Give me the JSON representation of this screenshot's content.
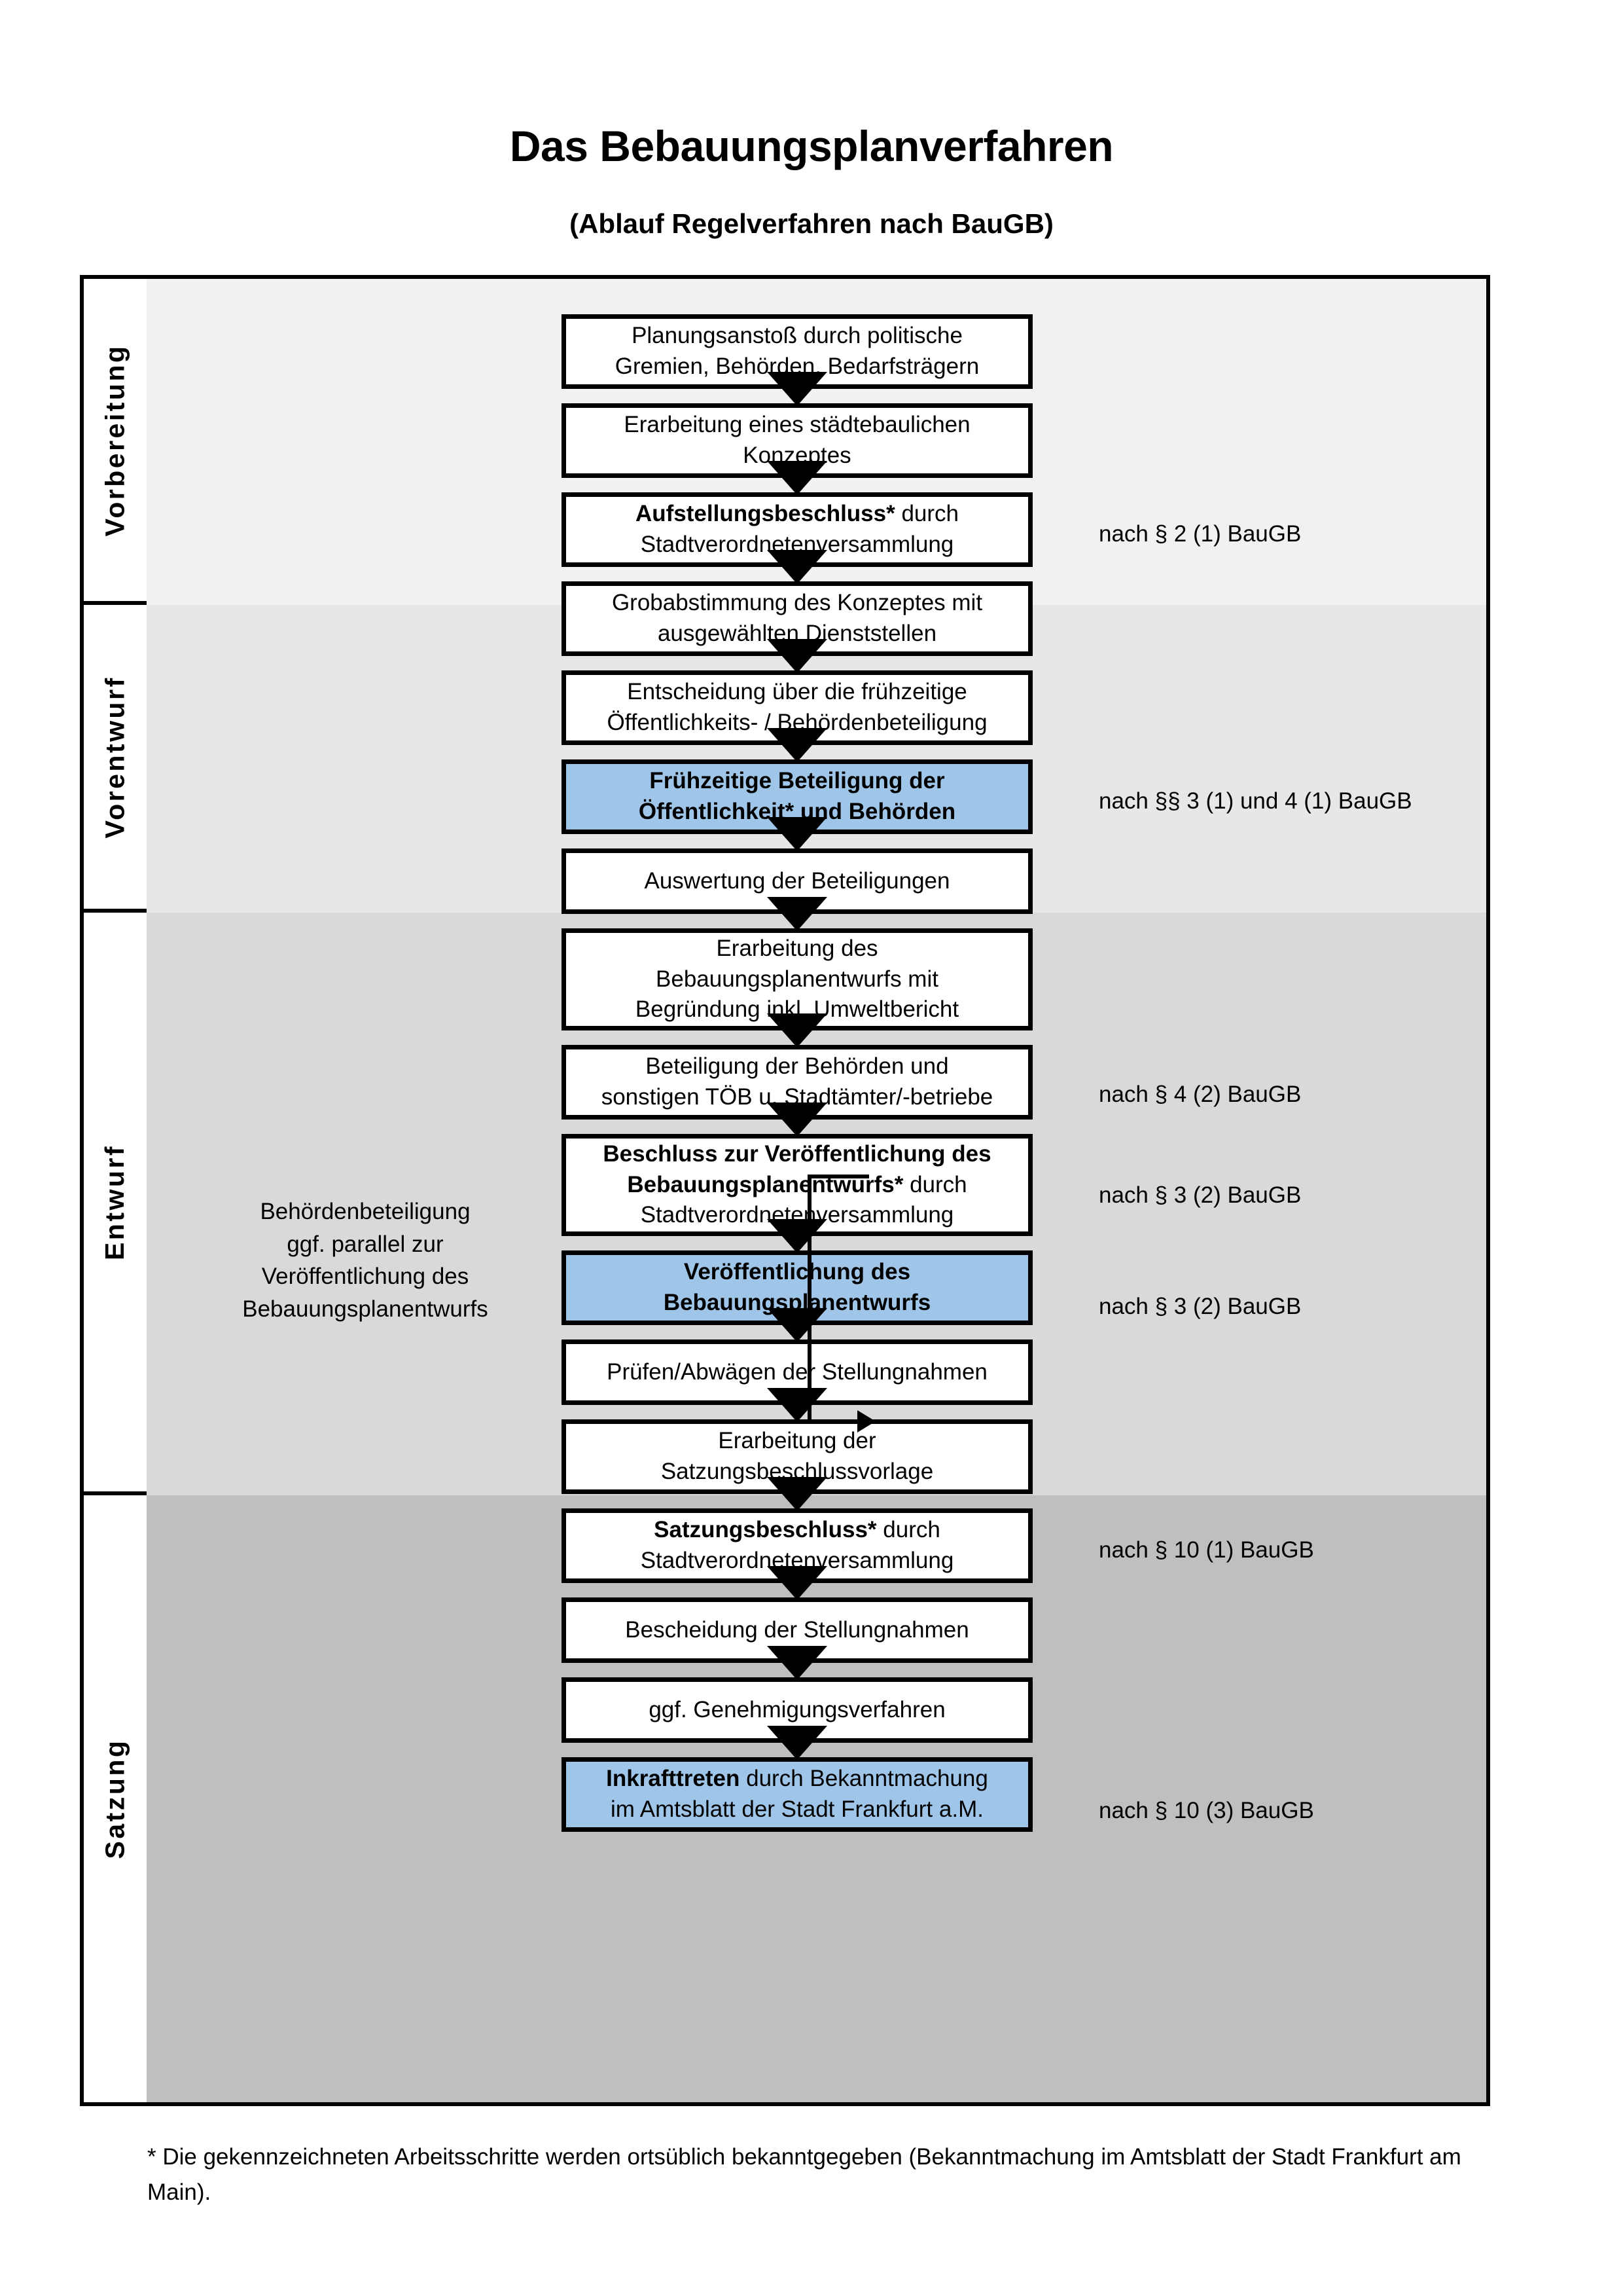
{
  "header": {
    "title": "Das Bebauungsplanverfahren",
    "subtitle": "(Ablauf Regelverfahren nach BauGB)"
  },
  "phases": [
    {
      "id": "vorbereitung",
      "label": "Vorbereitung",
      "band_color": "#F1F1F1"
    },
    {
      "id": "vorentwurf",
      "label": "Vorentwurf",
      "band_color": "#E7E7E7"
    },
    {
      "id": "entwurf",
      "label": "Entwurf",
      "band_color": "#D9D9D9"
    },
    {
      "id": "satzung",
      "label": "Satzung",
      "band_color": "#BFBFBF"
    }
  ],
  "steps": [
    {
      "id": "planungsanstoss",
      "phase": "vorbereitung",
      "highlight": false,
      "line1": "Planungsanstoß durch politische",
      "line2": "Gremien, Behörden, Bedarfsträgern"
    },
    {
      "id": "staedtebauliches-konzept",
      "phase": "vorbereitung",
      "highlight": false,
      "line1": "Erarbeitung eines städtebaulichen",
      "line2": "Konzeptes"
    },
    {
      "id": "aufstellungsbeschluss",
      "phase": "vorbereitung",
      "highlight": false,
      "bold1": "Aufstellungsbeschluss*",
      "rest1": " durch",
      "line2": "Stadtverordnetenversammlung"
    },
    {
      "id": "grobabstimmung",
      "phase": "vorentwurf",
      "highlight": false,
      "line1": "Grobabstimmung des Konzeptes mit",
      "line2": "ausgewählten Dienststellen"
    },
    {
      "id": "entscheidung-fruehzeitig",
      "phase": "vorentwurf",
      "highlight": false,
      "line1": "Entscheidung über die frühzeitige",
      "line2": "Öffentlichkeits- / Behördenbeteiligung"
    },
    {
      "id": "fruehzeitige-beteiligung",
      "phase": "vorentwurf",
      "highlight": true,
      "bold1": "Frühzeitige Beteiligung der",
      "bold2": "Öffentlichkeit* und Behörden"
    },
    {
      "id": "auswertung-beteiligungen",
      "phase": "entwurf",
      "highlight": false,
      "line1": "Auswertung der Beteiligungen"
    },
    {
      "id": "erarbeitung-bplanentwurf",
      "phase": "entwurf",
      "highlight": false,
      "line1": "Erarbeitung des",
      "line2": "Bebauungsplanentwurfs mit",
      "line3": "Begründung inkl. Umweltbericht"
    },
    {
      "id": "beteiligung-behoerden",
      "phase": "entwurf",
      "highlight": false,
      "line1": "Beteiligung der Behörden und",
      "line2": "sonstigen TÖB u. Stadtämter/-betriebe"
    },
    {
      "id": "beschluss-veroeffentlichung",
      "phase": "entwurf",
      "highlight": false,
      "bold1": "Beschluss zur Veröffentlichung des",
      "bold2": "Bebauungsplanentwurfs*",
      "rest2": " durch",
      "line3": "Stadtverordnetenversammlung"
    },
    {
      "id": "veroeffentlichung-bplanentwurf",
      "phase": "entwurf",
      "highlight": true,
      "bold1": "Veröffentlichung des",
      "bold2": "Bebauungsplanentwurfs"
    },
    {
      "id": "pruefen-abwaegen",
      "phase": "satzung",
      "highlight": false,
      "line1": "Prüfen/Abwägen der Stellungnahmen"
    },
    {
      "id": "erarbeitung-satzungsbeschlussvorlage",
      "phase": "satzung",
      "highlight": false,
      "line1": "Erarbeitung der",
      "line2": "Satzungsbeschlussvorlage"
    },
    {
      "id": "satzungsbeschluss",
      "phase": "satzung",
      "highlight": false,
      "bold1": "Satzungsbeschluss*",
      "rest1": " durch",
      "line2": "Stadtverordnetenversammlung"
    },
    {
      "id": "bescheidung-stellungnahmen",
      "phase": "satzung",
      "highlight": false,
      "line1": "Bescheidung der Stellungnahmen"
    },
    {
      "id": "genehmigungsverfahren",
      "phase": "satzung",
      "highlight": false,
      "line1": "ggf. Genehmigungsverfahren"
    },
    {
      "id": "inkrafttreten",
      "phase": "satzung",
      "highlight": true,
      "bold1": "Inkrafttreten",
      "rest1": " durch Bekanntmachung",
      "line2": "im Amtsblatt der Stadt Frankfurt a.M."
    }
  ],
  "notes": [
    {
      "id": "note-par2-1",
      "for": "aufstellungsbeschluss",
      "text": "nach § 2 (1) BauGB"
    },
    {
      "id": "note-par3-4-1",
      "for": "fruehzeitige-beteiligung",
      "text": "nach §§ 3 (1) und 4 (1) BauGB"
    },
    {
      "id": "note-par4-2",
      "for": "beteiligung-behoerden",
      "text": "nach § 4 (2) BauGB"
    },
    {
      "id": "note-par3-2a",
      "for": "beschluss-veroeffentlichung",
      "text": "nach § 3 (2) BauGB"
    },
    {
      "id": "note-par3-2b",
      "for": "veroeffentlichung-bplanentwurf",
      "text": "nach § 3 (2) BauGB"
    },
    {
      "id": "note-par10-1",
      "for": "satzungsbeschluss",
      "text": "nach § 10 (1) BauGB"
    },
    {
      "id": "note-par10-3",
      "for": "inkrafttreten",
      "text": "nach § 10 (3) BauGB"
    }
  ],
  "sidenote": {
    "id": "parallel-process-note",
    "line1": "Behördenbeteiligung",
    "line2": "ggf. parallel zur",
    "line3": "Veröffentlichung des",
    "line4": "Bebauungsplanentwurfs"
  },
  "footnote": {
    "text": "* Die gekennzeichneten Arbeitsschritte werden ortsüblich bekanntgegeben (Bekanntmachung im Amtsblatt  der Stadt Frankfurt am Main)."
  },
  "colors": {
    "highlight": "#9FC5E8",
    "border": "#000000",
    "page": "#FFFFFF"
  }
}
